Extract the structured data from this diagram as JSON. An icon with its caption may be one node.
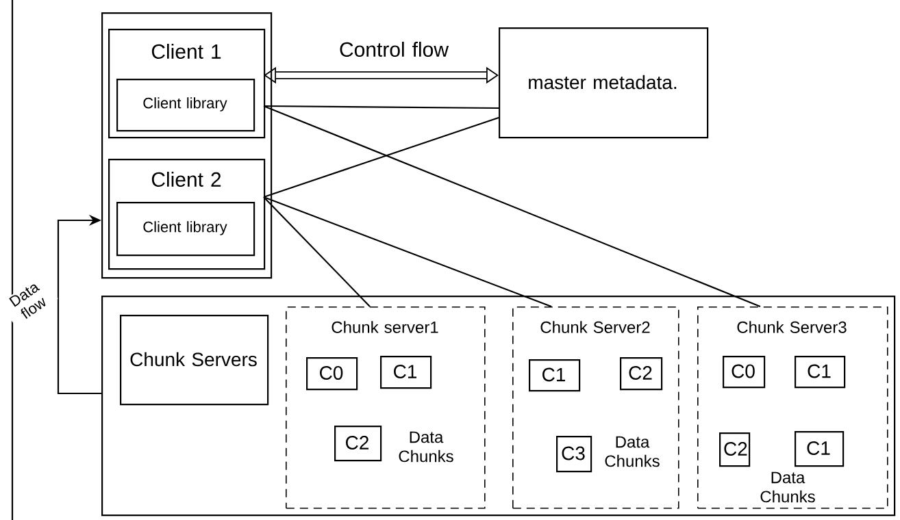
{
  "diagram": {
    "nodes": [
      {
        "text": [],
        "shape": "box"
      },
      {
        "text": [
          "Client 1"
        ],
        "in": 0
      },
      {
        "text": [
          "Client library"
        ],
        "in": 1
      },
      {
        "text": [
          "Client 2"
        ],
        "in": 0
      },
      {
        "text": [
          "Client library"
        ],
        "in": 3
      },
      {
        "text": [
          "master metadata."
        ]
      },
      {
        "text": [],
        "shape": "box"
      },
      {
        "text": [
          "Chunk Servers"
        ],
        "in": 6
      },
      {
        "text": [
          "Chunk server1",
          "Data Chunks"
        ],
        "in": 6
      },
      {
        "text": [
          "C0"
        ],
        "in": 8
      },
      {
        "text": [
          "C1"
        ],
        "in": 8
      },
      {
        "text": [
          "C2"
        ],
        "in": 8
      },
      {
        "text": [
          "Chunk Server2",
          "Data Chunks"
        ],
        "in": 6
      },
      {
        "text": [
          "C1"
        ],
        "in": 12
      },
      {
        "text": [
          "C2"
        ],
        "in": 12
      },
      {
        "text": [
          "C3"
        ],
        "in": 12
      },
      {
        "text": [
          "Chunk Server3",
          "Data Chunks"
        ],
        "in": 6
      },
      {
        "text": [
          "C0"
        ],
        "in": 16
      },
      {
        "text": [
          "C1"
        ],
        "in": 16
      },
      {
        "text": [
          "C2"
        ],
        "in": 16
      },
      {
        "text": [
          "C1"
        ],
        "in": 16
      }
    ],
    "edges": [
      {
        "from": 1,
        "to": 5,
        "arrow": "both",
        "label": "Control flow",
        "style": "thick"
      },
      {
        "from": 1,
        "to": 5,
        "arrow": "none"
      },
      {
        "from": 1,
        "to": 16,
        "arrow": "none"
      },
      {
        "from": 3,
        "to": 5,
        "arrow": "none"
      },
      {
        "from": 3,
        "to": 8,
        "arrow": "none"
      },
      {
        "from": 3,
        "to": 12,
        "arrow": "none"
      },
      {
        "from": 6,
        "to": 0,
        "arrow": "to",
        "label": "Data flow"
      }
    ]
  }
}
